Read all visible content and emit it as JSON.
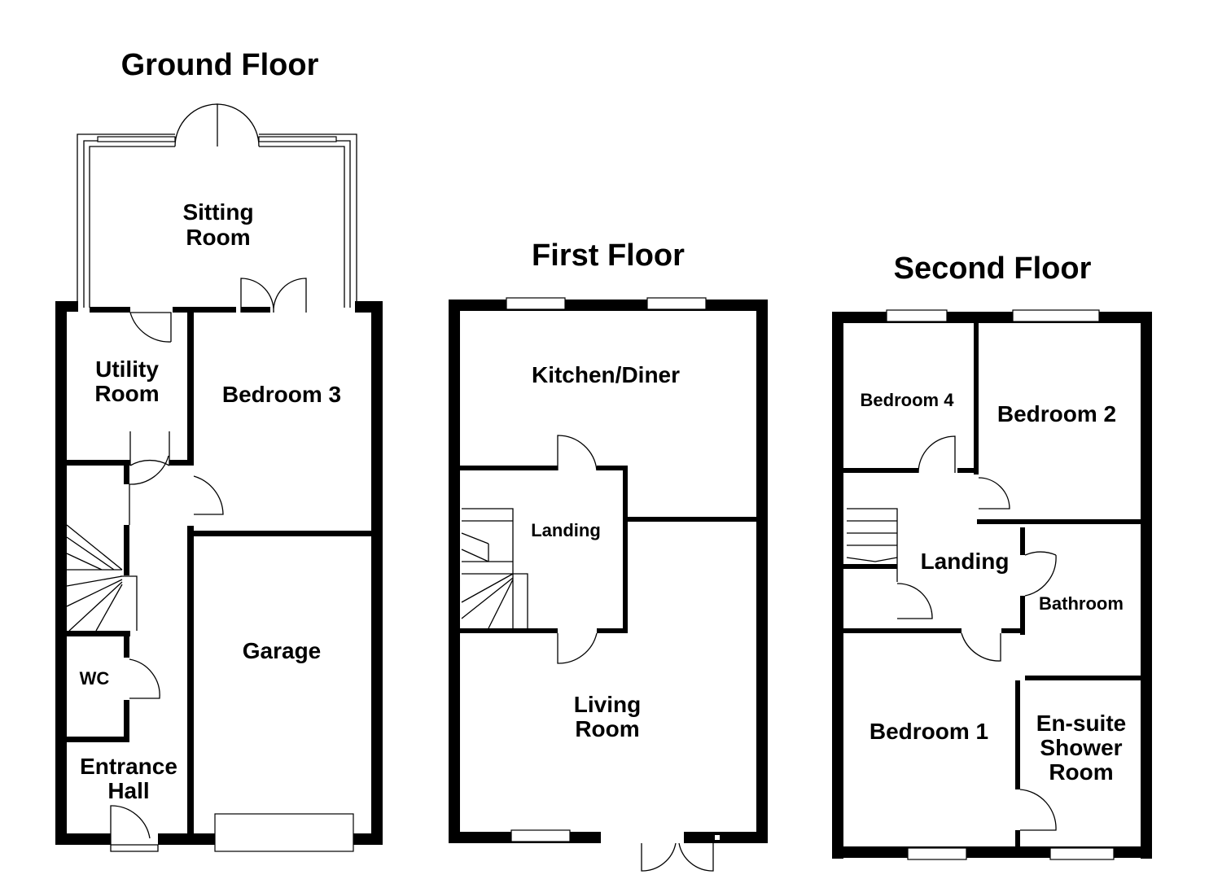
{
  "floors": [
    {
      "title": "Ground Floor",
      "rooms": [
        "Sitting",
        "Room",
        "Utility",
        "Room",
        "Bedroom 3",
        "Garage",
        "WC",
        "Entrance",
        "Hall"
      ]
    },
    {
      "title": "First Floor",
      "rooms": [
        "Kitchen/Diner",
        "Landing",
        "Living",
        "Room"
      ]
    },
    {
      "title": "Second Floor",
      "rooms": [
        "Bedroom 4",
        "Bedroom 2",
        "Landing",
        "Bathroom",
        "Bedroom 1",
        "En-suite",
        "Shower",
        "Room"
      ]
    }
  ]
}
